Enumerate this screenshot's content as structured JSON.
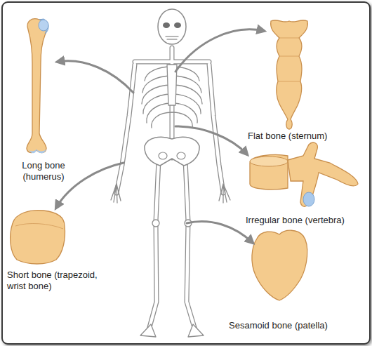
{
  "diagram": {
    "labels": [
      "Long bone (humerus)",
      "Flat bone (sternum)",
      "Irregular bone (vertebra)",
      "Short bone (trapezoid, wrist bone)",
      "Sesamoid bone (patella)"
    ]
  }
}
